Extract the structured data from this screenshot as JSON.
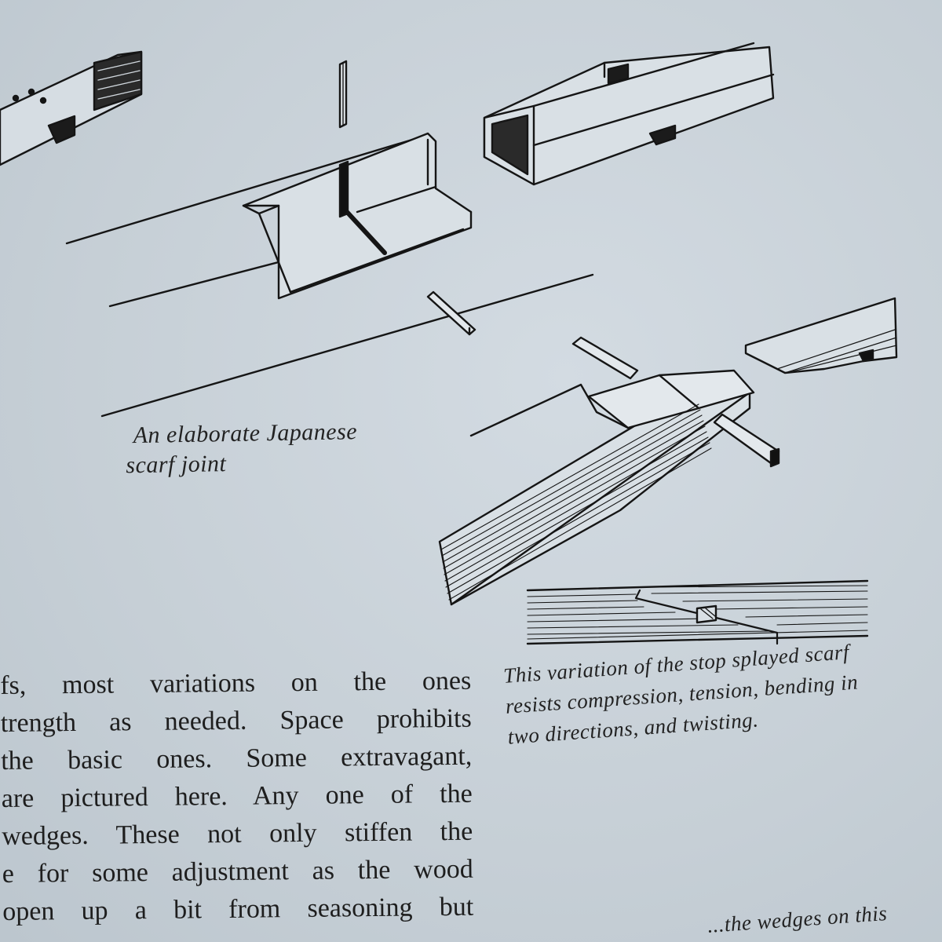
{
  "captions": {
    "japanese_scarf": [
      "An elaborate Japanese",
      "scarf joint"
    ],
    "stop_splayed_scarf": [
      "This variation of the stop splayed scarf",
      "resists compression, tension, bending in",
      "two directions, and twisting."
    ],
    "bottom_partial": "...the wedges on this"
  },
  "body_text": {
    "lines": [
      "fs, most variations on the ones",
      "trength as needed. Space prohibits",
      " the basic ones. Some extravagant,",
      "are pictured here. Any one of the",
      "wedges. These not only stiffen the",
      "e for some adjustment as the wood",
      " open up a bit from seasoning but",
      ""
    ]
  }
}
